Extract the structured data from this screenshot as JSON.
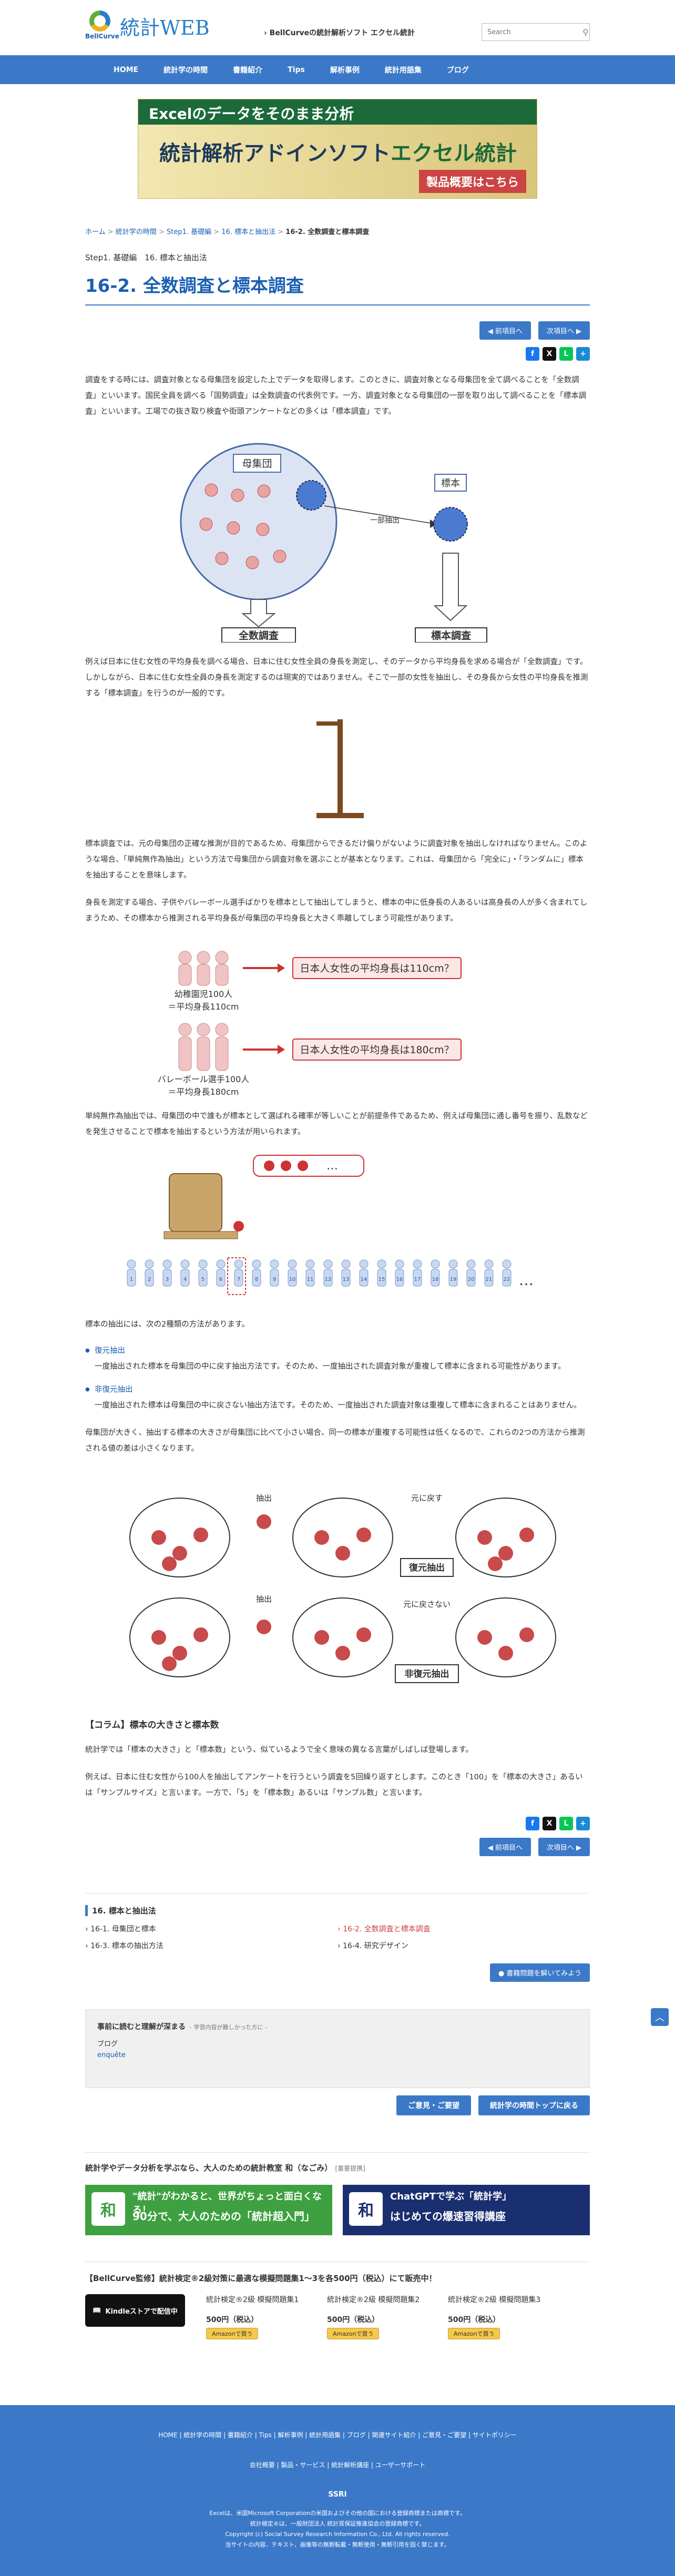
{
  "header": {
    "site_name": "統計WEB",
    "logo_sub": "BellCurve",
    "tagline": "› BellCurveの統計解析ソフト エクセル統計",
    "search_placeholder": "Search"
  },
  "nav": [
    "HOME",
    "統計学の時間",
    "書籍紹介",
    "Tips",
    "解析事例",
    "統計用語集",
    "ブログ"
  ],
  "banner": {
    "line1": "Excelのデータをそのまま分析",
    "line2a": "統計解析アドインソフト",
    "line2b": "エクセル統計",
    "button": "製品概要はこちら"
  },
  "breadcrumb": [
    "ホーム",
    "統計学の時間",
    "Step1. 基礎編",
    "16. 標本と抽出法",
    "16-2. 全数調査と標本調査"
  ],
  "subheading": "Step1. 基礎編　16. 標本と抽出法",
  "title": "16-2. 全数調査と標本調査",
  "prev_label": "前項目へ",
  "next_label": "次項目へ",
  "share": [
    "f",
    "X",
    "L",
    "+"
  ],
  "p1": "調査をする時には、調査対象となる母集団を設定した上でデータを取得します。このときに、調査対象となる母集団を全て調べることを「全数調査」といいます。国民全員を調べる「国勢調査」は全数調査の代表例です。一方、調査対象となる母集団の一部を取り出して調べることを「標本調査」といいます。工場での抜き取り検査や街頭アンケートなどの多くは「標本調査」です。",
  "fig1": {
    "population": "母集団",
    "sample": "標本",
    "arrow": "一部抽出",
    "full": "全数調査",
    "samp": "標本調査"
  },
  "p2": "例えば日本に住む女性の平均身長を調べる場合、日本に住む女性全員の身長を測定し、そのデータから平均身長を求める場合が「全数調査」です。しかしながら、日本に住む女性全員の身長を測定するのは現実的ではありません。そこで一部の女性を抽出し、その身長から女性の平均身長を推測する「標本調査」を行うのが一般的です。",
  "p3": "標本調査では、元の母集団の正確な推測が目的であるため、母集団からできるだけ偏りがないように調査対象を抽出しなければなりません。このような場合、「単純無作為抽出」という方法で母集団から調査対象を選ぶことが基本となります。これは、母集団から「完全に」・「ランダムに」標本を抽出することを意味します。",
  "p4": "身長を測定する場合、子供やバレーボール選手ばかりを標本として抽出してしまうと、標本の中に低身長の人あるいは高身長の人が多く含まれてしまうため、その標本から推測される平均身長が母集団の平均身長と大きく乖離してしまう可能性があります。",
  "fig2": {
    "msg1": "日本人女性の平均身長は110cm？",
    "lab1a": "幼稚園児100人",
    "lab1b": "＝平均身長110cm",
    "msg2": "日本人女性の平均身長は180cm？",
    "lab2a": "バレーボール選手100人",
    "lab2b": "＝平均身長180cm"
  },
  "p5": "単純無作為抽出では、母集団の中で誰もが標本として選ばれる確率が等しいことが前提条件であるため、例えば母集団に通し番号を振り、乱数などを発生させることで標本を抽出するという方法が用いられます。",
  "fig3": {
    "dots": "…",
    "nums": [
      "1",
      "2",
      "3",
      "4",
      "5",
      "6",
      "7",
      "8",
      "9",
      "10",
      "11",
      "12",
      "13",
      "14",
      "15",
      "16",
      "17",
      "18",
      "19",
      "20",
      "21",
      "22"
    ],
    "more": "…"
  },
  "p6": "標本の抽出には、次の2種類の方法があります。",
  "list": [
    {
      "term": "復元抽出",
      "desc": "一度抽出された標本を母集団の中に戻す抽出方法です。そのため、一度抽出された調査対象が重複して標本に含まれる可能性があります。"
    },
    {
      "term": "非復元抽出",
      "desc": "一度抽出された標本は母集団の中に戻さない抽出方法です。そのため、一度抽出された調査対象は重複して標本に含まれることはありません。"
    }
  ],
  "p7": "母集団が大きく、抽出する標本の大きさが母集団に比べて小さい場合、同一の標本が重複する可能性は低くなるので、これらの2つの方法から推測される値の差は小さくなります。",
  "fig4": {
    "draw1": "抽出",
    "ret": "元に戻す",
    "rep": "復元抽出",
    "draw2": "抽出",
    "noret": "元に戻さない",
    "norep": "非復元抽出"
  },
  "column_title": "【コラム】標本の大きさと標本数",
  "p8": "統計学では「標本の大きさ」と「標本数」という、似ているようで全く意味の異なる言葉がしばしば登場します。",
  "p9": "例えば、日本に住む女性から100人を抽出してアンケートを行うという調査を5回繰り返すとします。このとき「100」を「標本の大きさ」あるいは「サンプルサイズ」と言います。一方で、「5」を「標本数」あるいは「サンプル数」と言います。",
  "related": {
    "heading": "16. 標本と抽出法",
    "items": [
      "16-1. 母集団と標本",
      "16-2. 全数調査と標本調査",
      "16-3. 標本の抽出方法",
      "16-4. 研究デザイン"
    ],
    "glossary": "書籍問題を解いてみよう"
  },
  "box": {
    "heading": "事前に読むと理解が深まる",
    "note": "- 学習内容が難しかった方に -",
    "l1": "ブログ",
    "l2": "enquête"
  },
  "cta": [
    "ご意見・ご要望",
    "統計学の時間トップに戻る"
  ],
  "promo": {
    "heading": "統計学やデータ分析を学ぶなら、大人のための統計教室 和（なごみ）",
    "tag": "[重要提携]",
    "ad1a": "\"統計\"がわかると、世界がちょっと面白くなる！",
    "ad1b": "90分で、大人のための「統計超入門」",
    "ad2a": "ChatGPTで学ぶ「統計学」",
    "ad2b": "はじめての爆速習得講座"
  },
  "kindle": {
    "heading": "【BellCurve監修】統計検定®2級対策に最適な模擬問題集1〜3を各500円（税込）にて販売中！",
    "store": "Kindleストアで配信中",
    "items": [
      {
        "t": "統計検定®2級 模擬問題集1",
        "p": "500円（税込）"
      },
      {
        "t": "統計検定®2級 模擬問題集2",
        "p": "500円（税込）"
      },
      {
        "t": "統計検定®2級 模擬問題集3",
        "p": "500円（税込）"
      }
    ],
    "amz": "Amazonで買う"
  },
  "footer": {
    "nav1": "HOME | 統計学の時間 | 書籍紹介 | Tips | 解析事例 | 統計用語集 | ブログ | 関連サイト紹介 | ご意見・ご要望 | サイトポリシー",
    "nav2": "会社概要 | 製品・サービス | 統計解析講座 | ユーザーサポート",
    "brand": "SSRI",
    "c1": "Excelは、米国Microsoft Corporationの米国およびその他の国における登録商標または商標です。",
    "c2": "統計検定®は、一般財団法人 統計質保証推進協会の登録商標です。",
    "c3": "Copyright (c) Social Survey Research Information Co., Ltd. All rights reserved.",
    "c4": "当サイトの内容、テキスト、画像等の無断転載・無断使用・無断引用を固く禁じます。"
  }
}
